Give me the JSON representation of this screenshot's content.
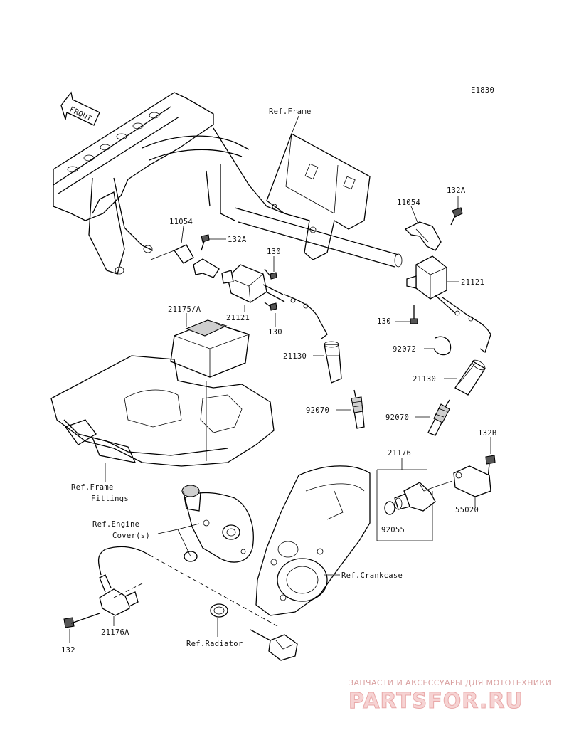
{
  "diagram_code": "E1830",
  "front_arrow": "FRONT",
  "labels": {
    "ref_frame": "Ref.Frame",
    "p11054_right": "11054",
    "p132A_right": "132A",
    "p11054_left": "11054",
    "p132A_left": "132A",
    "p130_top": "130",
    "p21175A": "21175/A",
    "p21121_left": "21121",
    "p130_left_bottom": "130",
    "p21121_right": "21121",
    "p130_right": "130",
    "p92072": "92072",
    "p21130_left": "21130",
    "p21130_right": "21130",
    "p92070_left": "92070",
    "p92070_right": "92070",
    "p132B": "132B",
    "p21176": "21176",
    "p55020": "55020",
    "p92055": "92055",
    "ref_frame_fittings_1": "Ref.Frame",
    "ref_frame_fittings_2": "Fittings",
    "ref_engine_cover_1": "Ref.Engine",
    "ref_engine_cover_2": "Cover(s)",
    "ref_crankcase": "Ref.Crankcase",
    "p132": "132",
    "p21176A": "21176A",
    "ref_radiator": "Ref.Radiator"
  },
  "watermark": {
    "tagline": "ЗАПЧАСТИ И АКСЕССУАРЫ ДЛЯ МОТОТЕХНИКИ",
    "logo": "PARTSFOR.RU"
  }
}
